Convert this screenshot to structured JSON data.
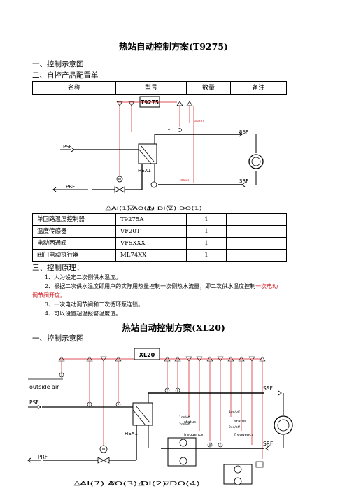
{
  "doc": {
    "title1": "热站自动控制方案(T9275)",
    "s1": "一、控制示意图",
    "s2": "二、自控产品配置单",
    "table": {
      "headers": [
        "名称",
        "型号",
        "数量",
        "备注"
      ],
      "rows": [
        [
          "单回路温度控制器",
          "T9275A",
          "1",
          ""
        ],
        [
          "温度传感器",
          "VF20T",
          "1",
          ""
        ],
        [
          "电动两通阀",
          "VF5XXX",
          "1",
          ""
        ],
        [
          "阀门电动执行器",
          "ML74XX",
          "1",
          ""
        ]
      ]
    },
    "s3": "三、控制原理：",
    "p1": "1、人为设定二次侧供水温度。",
    "p2a": "2、根据二次供水温度即用户的实际用热量控制一次侧热水流量；即二次供水温度控制",
    "p2b": "一次电动",
    "p2c": "调节阀开度。",
    "p3": "3、一次电动调节阀和二次循环泵连锁。",
    "p4": "4、可以设置超温报警温度值。",
    "title2": "热站自动控制方案(XL20)",
    "s4": "一、控制示意图"
  },
  "diagram1": {
    "controller": "T9275",
    "alarm": "alarm",
    "status": "status",
    "psf": "PSF",
    "prf": "PRF",
    "ssf": "SSF",
    "srf": "SRF",
    "hex": "HEX1",
    "t": "T",
    "m": "M",
    "legend": "AI(1)  AO(1)  DI(1)  DO(1)"
  },
  "diagram2": {
    "controller": "XL20",
    "outside": "outside air",
    "psf": "PSF",
    "prf": "PRF",
    "ssf": "SSF",
    "srf": "SRF",
    "hex": "HEX1",
    "onoff": "1on/off",
    "onoff2": "2on/off",
    "status": "status",
    "frequency": "frequency",
    "t": "T",
    "p": "P",
    "m": "M",
    "legend": "AI(7)   AO(3)   DI(2)   DO(4)"
  },
  "colors": {
    "red": "#d0151b",
    "line": "#000000"
  }
}
